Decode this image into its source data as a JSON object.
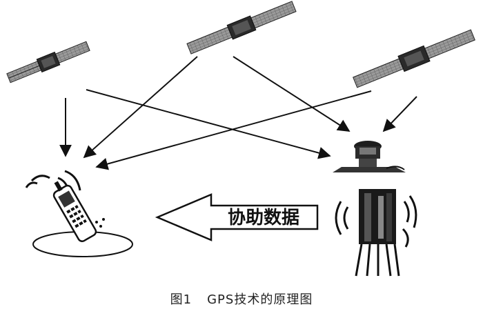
{
  "figure": {
    "number_label": "图1",
    "caption_text": "GPS技术的原理图"
  },
  "assist_arrow": {
    "label": "协助数据"
  },
  "icons": {
    "satellite": "satellite-icon",
    "phone": "mobile-phone-icon",
    "reference_station": "gps-reference-receiver-icon",
    "tower": "base-station-tower-icon"
  },
  "colors": {
    "ink": "#111111",
    "panel_gray": "#8a8a8a",
    "panel_dark": "#3a3a3a",
    "background": "#ffffff"
  }
}
